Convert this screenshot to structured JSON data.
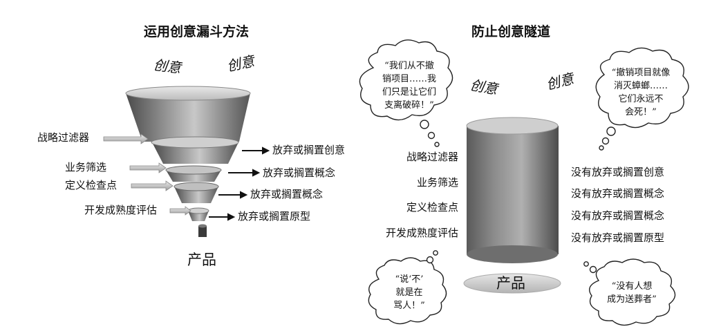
{
  "left_panel": {
    "title": "运用创意漏斗方法",
    "ideas": [
      "创意",
      "创意"
    ],
    "filters": [
      "战略过滤器",
      "业务筛选",
      "定义检查点",
      "开发成熟度评估"
    ],
    "outcomes": [
      "放弃或搁置创意",
      "放弃或搁置概念",
      "放弃或搁置概念",
      "放弃或搁置原型"
    ],
    "product": "产品"
  },
  "right_panel": {
    "title": "防止创意隧道",
    "ideas": [
      "创意",
      "创意"
    ],
    "filters": [
      "战略过滤器",
      "业务筛选",
      "定义检查点",
      "开发成熟度评估"
    ],
    "outcomes": [
      "没有放弃或搁置创意",
      "没有放弃或搁置概念",
      "没有放弃或搁置概念",
      "没有放弃或搁置原型"
    ],
    "product": "产品",
    "bubbles": {
      "top_left": [
        "“我们从不撤",
        "销项目……我",
        "们只是让它们",
        "支离破碎！”"
      ],
      "top_right": [
        "“撤销项目就像",
        "消灭蟑螂……",
        "它们永远不",
        "会死！”"
      ],
      "bottom_left": [
        "“说‘不’",
        "就是在",
        "骂人！”"
      ],
      "bottom_right": [
        "“没有人想",
        "成为送葬者”"
      ]
    }
  }
}
